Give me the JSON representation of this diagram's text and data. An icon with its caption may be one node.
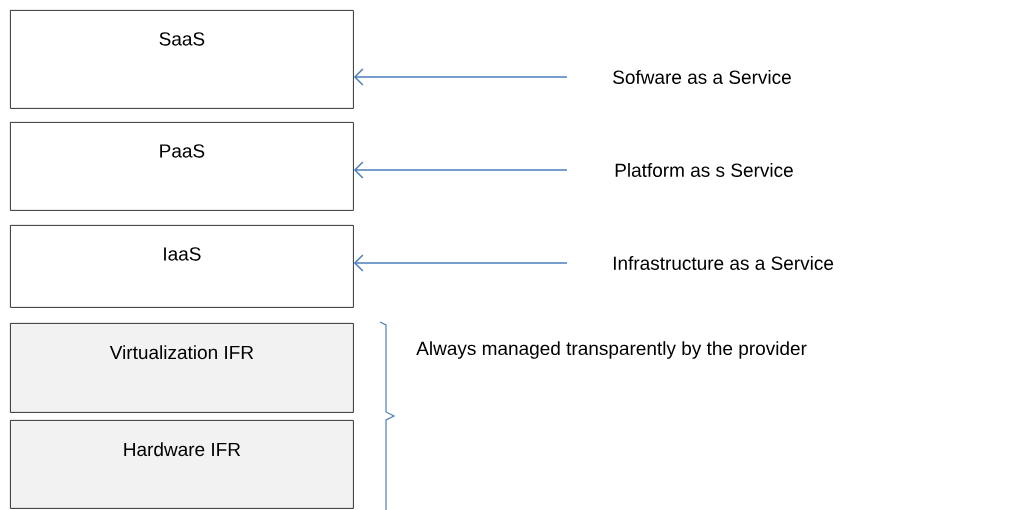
{
  "diagram": {
    "nodes": [
      {
        "text": [
          "SaaS"
        ]
      },
      {
        "text": [
          "PaaS"
        ]
      },
      {
        "text": [
          "IaaS"
        ]
      },
      {
        "text": [
          "Virtualization IFR"
        ]
      },
      {
        "text": [
          "Hardware IFR"
        ]
      },
      {
        "text": [
          "Sofware as a Service"
        ]
      },
      {
        "text": [
          "Platform as s Service"
        ]
      },
      {
        "text": [
          "Infrastructure as a Service"
        ]
      }
    ],
    "edges": [
      {
        "from": 5,
        "to": 0,
        "arrow": "to",
        "color": "#4a7ebb"
      },
      {
        "from": 6,
        "to": 1,
        "arrow": "to",
        "color": "#4a7ebb"
      },
      {
        "from": 7,
        "to": 2,
        "arrow": "to",
        "color": "#4a7ebb"
      }
    ],
    "labels": [
      "Always managed transparently by the provider"
    ]
  }
}
